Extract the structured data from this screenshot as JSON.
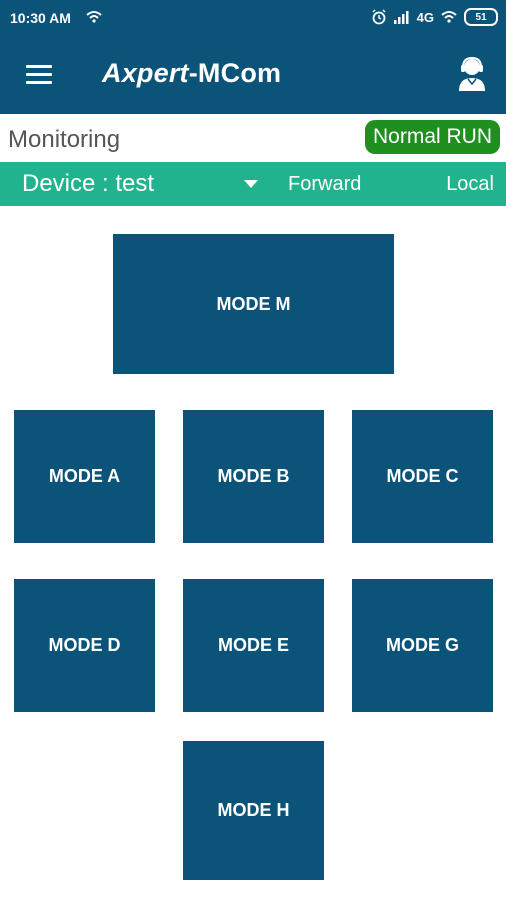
{
  "status_bar": {
    "time": "10:30 AM",
    "network": "4G",
    "battery": "51",
    "icons": [
      "wifi-icon",
      "alarm-icon",
      "signal-icon",
      "wifi-icon",
      "battery-icon"
    ]
  },
  "app_bar": {
    "title_italic": "Axpert",
    "title_rest": "-MCom",
    "icons": [
      "menu-icon",
      "support-agent-icon"
    ]
  },
  "monitoring": {
    "label": "Monitoring",
    "status": "Normal RUN",
    "status_color": "#1f8f1f"
  },
  "device_bar": {
    "label": "Device :  test",
    "direction": "Forward",
    "location": "Local",
    "color": "#21b38e"
  },
  "modes": {
    "m": "MODE M",
    "a": "MODE A",
    "b": "MODE B",
    "c": "MODE C",
    "d": "MODE D",
    "e": "MODE E",
    "g": "MODE G",
    "h": "MODE H"
  },
  "colors": {
    "primary": "#0b5378",
    "accent": "#21b38e",
    "run": "#1f8f1f"
  }
}
